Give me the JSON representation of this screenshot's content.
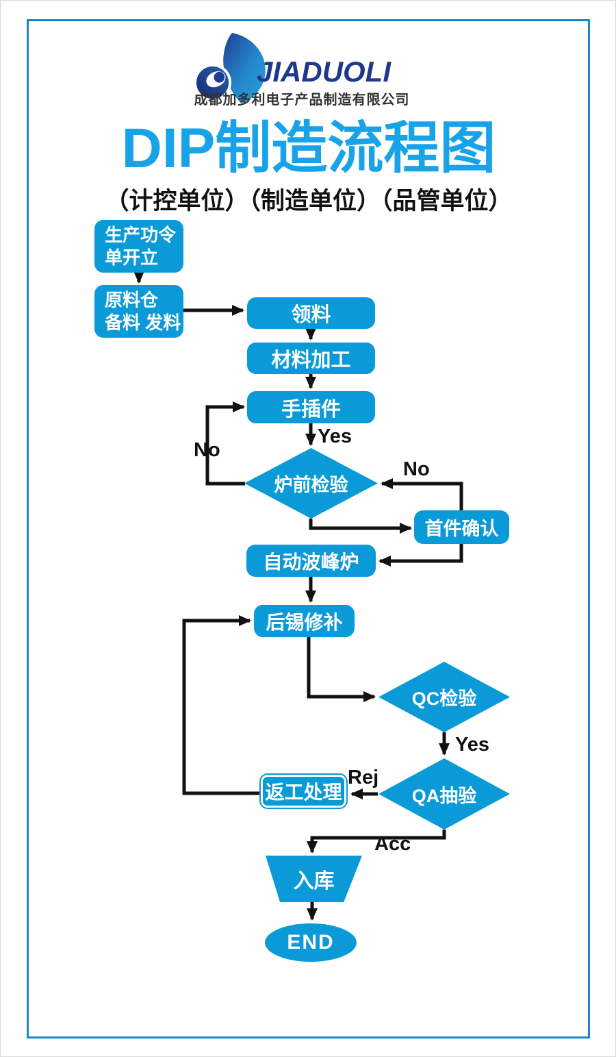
{
  "brand": {
    "wordmark": "JIADUOLI",
    "company": "成都加多利电子产品制造有限公司"
  },
  "header": {
    "title": "DIP制造流程图",
    "subtitle": "（计控单位）（制造单位）（品管单位）"
  },
  "nodes": {
    "order_open": {
      "line1": "生产功令",
      "line2": "单开立"
    },
    "warehouse_prep": {
      "line1": "原料仓",
      "line2": "备料 发料"
    },
    "receive_material": {
      "label": "领料"
    },
    "material_process": {
      "label": "材料加工"
    },
    "hand_insert": {
      "label": "手插件"
    },
    "pre_furnace_inspect": {
      "label": "炉前检验"
    },
    "first_piece_confirm": {
      "label": "首件确认"
    },
    "wave_solder": {
      "label": "自动波峰炉"
    },
    "solder_repair": {
      "label": "后锡修补"
    },
    "qc_inspect": {
      "label": "QC检验"
    },
    "qa_sampling": {
      "label": "QA抽验"
    },
    "rework": {
      "label": "返工处理"
    },
    "warehouse_in": {
      "label": "入库"
    },
    "end": {
      "label": "END"
    }
  },
  "edge_labels": {
    "yes_insert": "Yes",
    "no_insert": "No",
    "no_first_piece": "No",
    "yes_qc": "Yes",
    "rej": "Rej",
    "acc": "Acc"
  },
  "colors": {
    "shape_blue": "#0a9ad8",
    "title_blue": "#18a3e9",
    "wordmark_navy": "#1e398c",
    "frame_blue": "#1d86cb",
    "line_black": "#111111"
  }
}
